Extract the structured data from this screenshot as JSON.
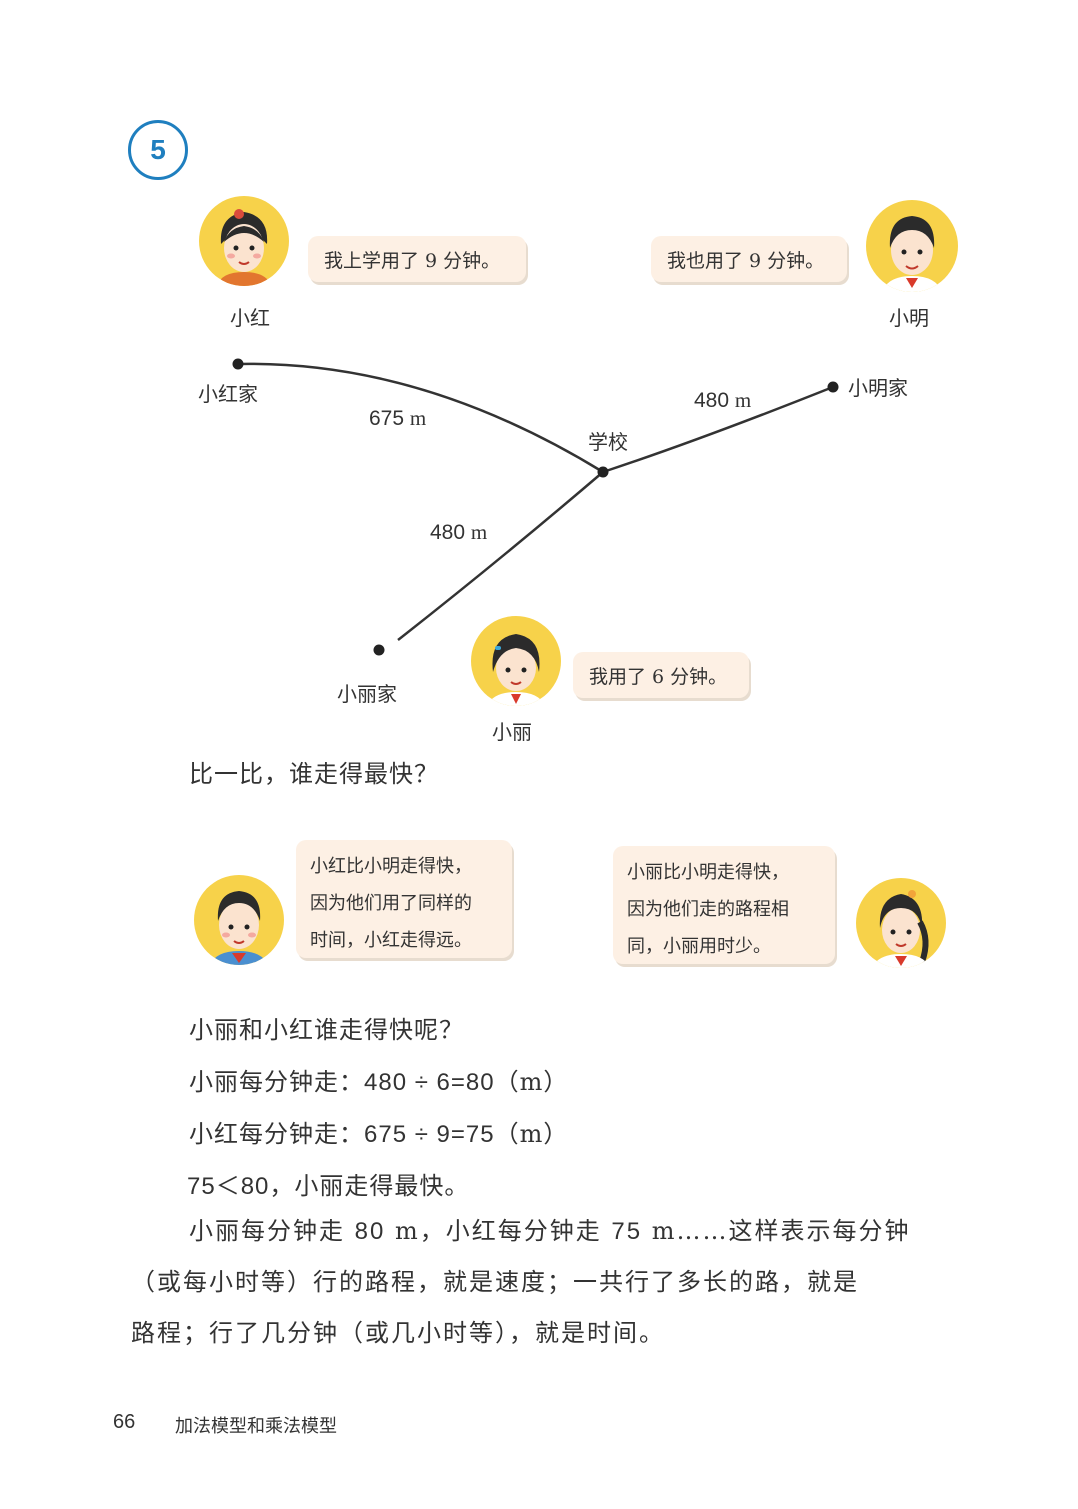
{
  "problem_number": "5",
  "characters": {
    "xiaohong": {
      "name": "小红",
      "speech": "我上学用了 9 分钟。"
    },
    "xiaoming": {
      "name": "小明",
      "speech": "我也用了 9 分钟。"
    },
    "xiaoli": {
      "name": "小丽",
      "speech": "我用了 6 分钟。"
    }
  },
  "map": {
    "xiaohong_home": "小红家",
    "xiaoming_home": "小明家",
    "xiaoli_home": "小丽家",
    "school": "学校",
    "dist_hong": "675",
    "dist_ming": "480",
    "dist_li": "480",
    "unit": "m"
  },
  "question": "比一比，谁走得最快？",
  "discussion": {
    "boy_lines": [
      "小红比小明走得快，",
      "因为他们用了同样的",
      "时间，小红走得远。"
    ],
    "girl_lines": [
      "小丽比小明走得快，",
      "因为他们走的路程相",
      "同，小丽用时少。"
    ]
  },
  "solution": {
    "q": "小丽和小红谁走得快呢？",
    "li_label": "小丽每分钟走：",
    "li_calc": "480 ÷ 6=80",
    "hong_label": "小红每分钟走：",
    "hong_calc": "675 ÷ 9=75",
    "unit_paren": "（m）",
    "compare_num": "75＜80",
    "compare_text": "，小丽走得最快。"
  },
  "definition": {
    "line1_a": "小丽每分钟走 ",
    "line1_b": "80",
    "line1_c": " m，小红每分钟走 ",
    "line1_d": "75",
    "line1_e": " m……这样表示每分钟",
    "line2": "（或每小时等）行的路程，就是速度；一共行了多长的路，就是",
    "line3": "路程；行了几分钟（或几小时等），就是时间。"
  },
  "footer": {
    "page": "66",
    "title": "加法模型和乘法模型"
  },
  "colors": {
    "accent": "#1f7fbf",
    "bubble": "#fdf0e4",
    "avatar_bg": "#f7d24a"
  }
}
